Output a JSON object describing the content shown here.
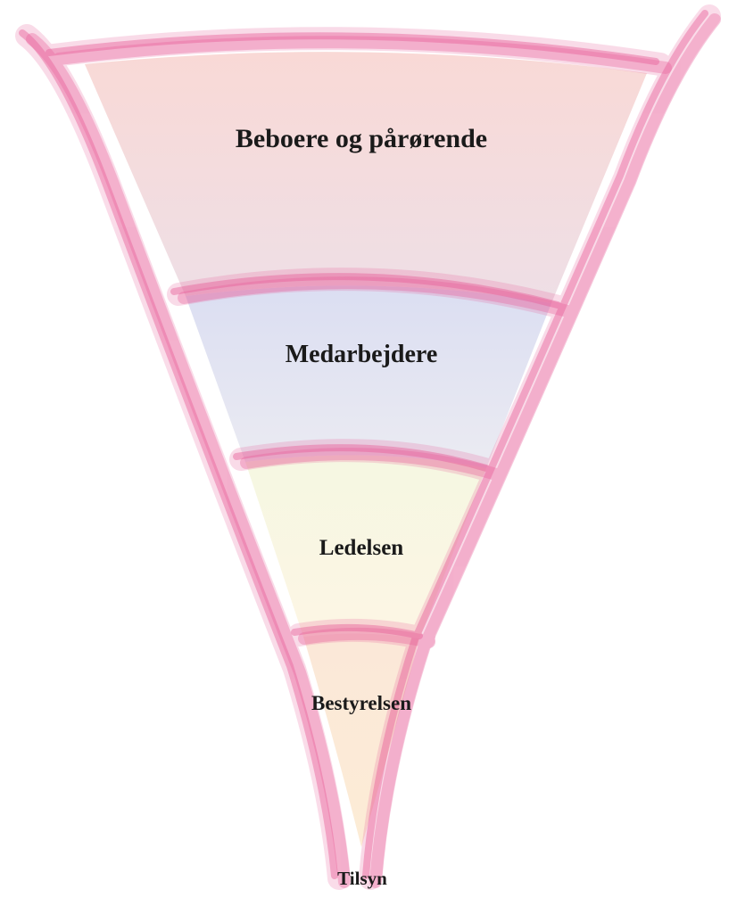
{
  "diagram": {
    "layers": [
      {
        "label": "Beboere og pårørende"
      },
      {
        "label": "Medarbejdere"
      },
      {
        "label": "Ledelsen"
      },
      {
        "label": "Bestyrelsen"
      }
    ],
    "bottom_label": "Tilsyn",
    "colors": {
      "outline": "#e8609a",
      "layer_1": [
        "#f9d9d6",
        "#eedfe6"
      ],
      "layer_2": [
        "#dbdef2",
        "#ebebf2"
      ],
      "layer_3": [
        "#f5f7e2",
        "#fdf6e4"
      ],
      "layer_4": [
        "#fbe8d8",
        "#fcecd6"
      ]
    }
  }
}
